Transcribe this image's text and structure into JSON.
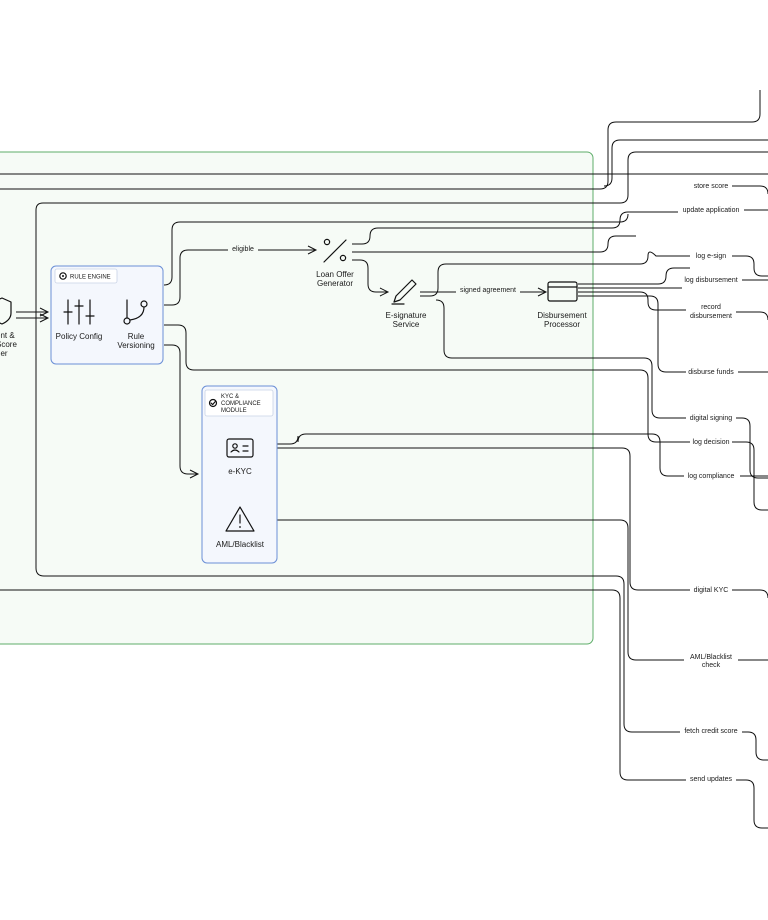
{
  "groups": {
    "outer": {
      "name": ""
    },
    "rule_engine": {
      "title": "RULE ENGINE"
    },
    "kyc": {
      "title_line1": "KYC &",
      "title_line2": "COMPLIANCE",
      "title_line3": "MODULE"
    }
  },
  "nodes": {
    "scoring": {
      "line1": "ent &",
      "line2": "Score",
      "line3": "ner",
      "icon": "shield-icon"
    },
    "policy_config": {
      "label": "Policy Config",
      "icon": "sliders-icon"
    },
    "rule_versioning": {
      "line1": "Rule",
      "line2": "Versioning",
      "icon": "git-branch-icon"
    },
    "loan_offer": {
      "line1": "Loan Offer",
      "line2": "Generator",
      "icon": "percent-icon"
    },
    "esignature": {
      "line1": "E-signature",
      "line2": "Service",
      "icon": "pen-icon"
    },
    "disbursement": {
      "line1": "Disbursement",
      "line2": "Processor",
      "icon": "card-icon"
    },
    "ekyc": {
      "label": "e-KYC",
      "icon": "id-card-icon"
    },
    "aml": {
      "label": "AML/Blacklist",
      "icon": "warning-icon"
    }
  },
  "edges": {
    "eligible": "eligible",
    "signed_agreement": "signed agreement",
    "store_score": "store score",
    "update_application": "update application",
    "log_esign": "log e-sign",
    "log_disbursement": "log disbursement",
    "record_disbursement_1": "record",
    "record_disbursement_2": "disbursement",
    "disburse_funds": "disburse funds",
    "digital_signing": "digital signing",
    "log_decision": "log decision",
    "log_compliance": "log compliance",
    "digital_kyc": "digital KYC",
    "aml_check_1": "AML/Blacklist",
    "aml_check_2": "check",
    "fetch_credit_score": "fetch credit score",
    "send_updates": "send updates"
  }
}
